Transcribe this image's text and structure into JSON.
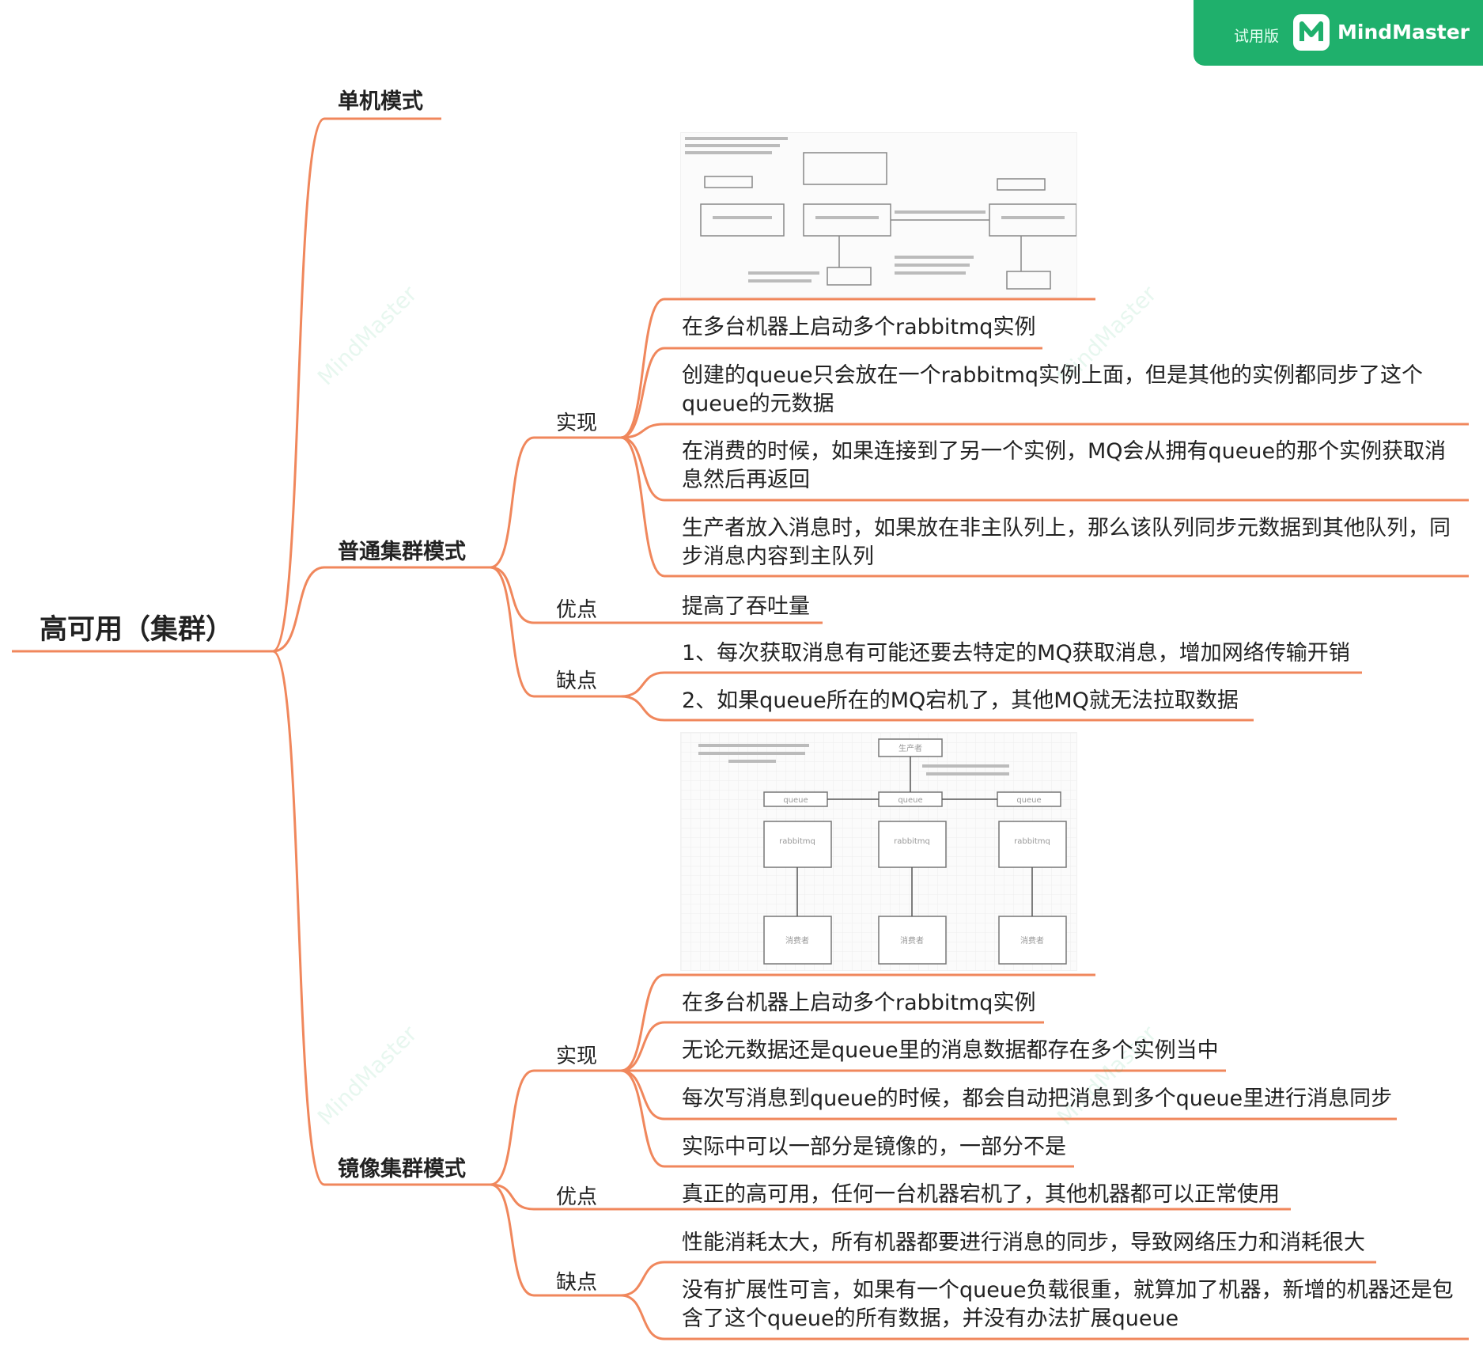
{
  "badge": {
    "trial_label": "试用版",
    "brand": "MindMaster"
  },
  "watermark": "MindMaster",
  "root": {
    "label": "高可用（集群）"
  },
  "branches": {
    "single": {
      "label": "单机模式"
    },
    "normal": {
      "label": "普通集群模式",
      "impl": {
        "label": "实现",
        "items": [
          "在多台机器上启动多个rabbitmq实例",
          "创建的queue只会放在一个rabbitmq实例上面，但是其他的实例都同步了这个queue的元数据",
          "在消费的时候，如果连接到了另一个实例，MQ会从拥有queue的那个实例获取消息然后再返回",
          "生产者放入消息时，如果放在非主队列上，那么该队列同步元数据到其他队列，同步消息内容到主队列"
        ]
      },
      "pros": {
        "label": "优点",
        "items": [
          "提高了吞吐量"
        ]
      },
      "cons": {
        "label": "缺点",
        "items": [
          "1、每次获取消息有可能还要去特定的MQ获取消息，增加网络传输开销",
          "2、如果queue所在的MQ宕机了，其他MQ就无法拉取数据"
        ]
      }
    },
    "mirror": {
      "label": "镜像集群模式",
      "impl": {
        "label": "实现",
        "items": [
          "在多台机器上启动多个rabbitmq实例",
          "无论元数据还是queue里的消息数据都存在多个实例当中",
          "每次写消息到queue的时候，都会自动把消息到多个queue里进行消息同步",
          "实际中可以一部分是镜像的，一部分不是"
        ]
      },
      "pros": {
        "label": "优点",
        "items": [
          "真正的高可用，任何一台机器宕机了，其他机器都可以正常使用"
        ]
      },
      "cons": {
        "label": "缺点",
        "items": [
          "性能消耗太大，所有机器都要进行消息的同步，导致网络压力和消耗很大",
          "没有扩展性可言，如果有一个queue负载很重，就算加了机器，新增的机器还是包含了这个queue的所有数据，并没有办法扩展queue"
        ]
      }
    }
  },
  "diagram2": {
    "producer": "生产者",
    "queue": "queue",
    "node": "rabbitmq",
    "consumer": "消费者"
  }
}
